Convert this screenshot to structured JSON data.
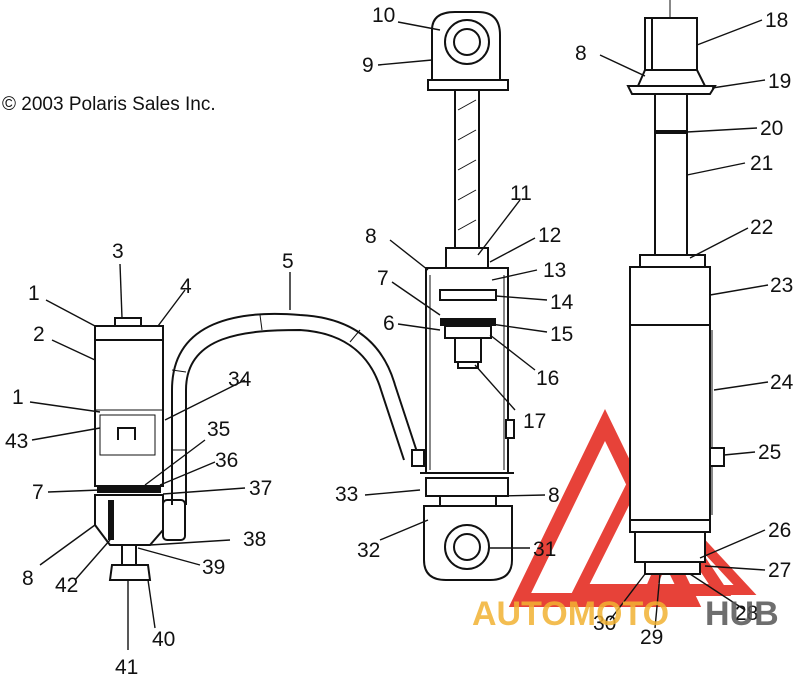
{
  "copyright": "© 2003 Polaris Sales Inc.",
  "watermark": {
    "text_left": "AUTOMOTO",
    "text_right": "HUB",
    "color_primary": "#e63329",
    "color_secondary": "#f2b233",
    "color_tertiary": "#555555"
  },
  "callouts": [
    "1",
    "2",
    "3",
    "4",
    "5",
    "6",
    "7",
    "8",
    "9",
    "10",
    "11",
    "12",
    "13",
    "14",
    "15",
    "16",
    "17",
    "18",
    "19",
    "20",
    "21",
    "22",
    "23",
    "24",
    "25",
    "26",
    "27",
    "28",
    "29",
    "30",
    "31",
    "32",
    "33",
    "34",
    "35",
    "36",
    "37",
    "38",
    "39",
    "40",
    "41",
    "42",
    "43"
  ]
}
